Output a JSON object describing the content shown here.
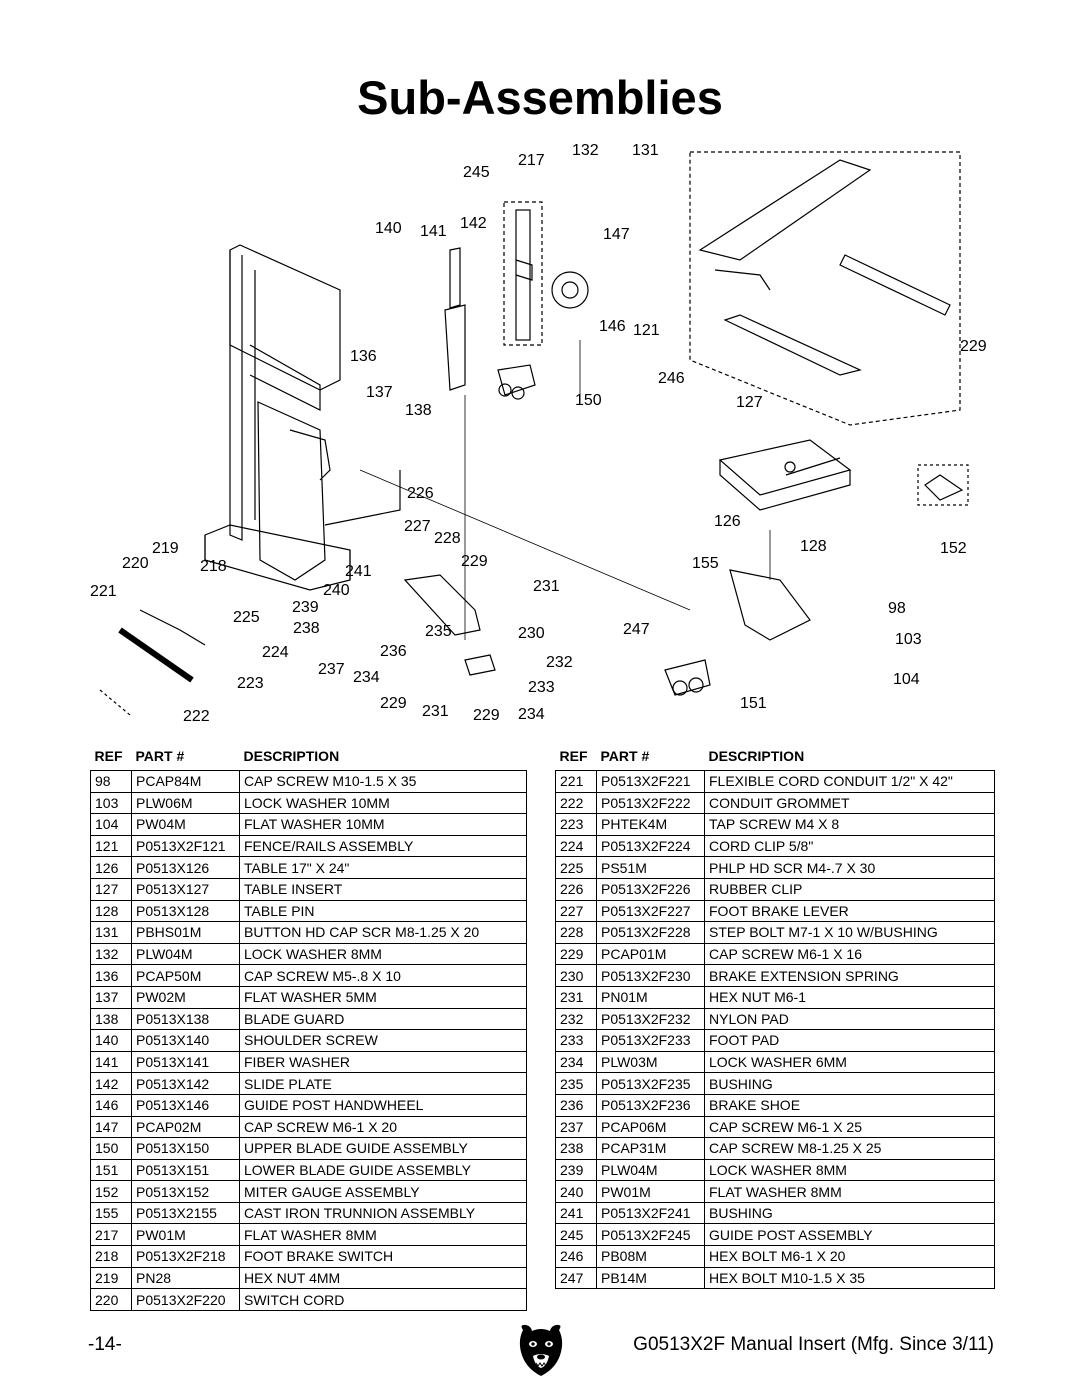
{
  "title": "Sub-Assemblies",
  "diagram": {
    "callouts": [
      "245",
      "217",
      "132",
      "131",
      "140",
      "141",
      "142",
      "147",
      "146",
      "121",
      "229",
      "136",
      "246",
      "137",
      "150",
      "127",
      "138",
      "226",
      "126",
      "227",
      "228",
      "128",
      "152",
      "219",
      "220",
      "218",
      "229",
      "155",
      "241",
      "221",
      "240",
      "231",
      "239",
      "98",
      "225",
      "238",
      "235",
      "230",
      "247",
      "103",
      "224",
      "236",
      "232",
      "237",
      "234",
      "104",
      "223",
      "233",
      "229",
      "231",
      "229",
      "234",
      "151",
      "222"
    ]
  },
  "table_headers": {
    "ref": "REF",
    "part": "PART #",
    "description": "DESCRIPTION"
  },
  "left_rows": [
    [
      "98",
      "PCAP84M",
      "CAP SCREW M10-1.5 X 35"
    ],
    [
      "103",
      "PLW06M",
      "LOCK WASHER 10MM"
    ],
    [
      "104",
      "PW04M",
      "FLAT WASHER 10MM"
    ],
    [
      "121",
      "P0513X2F121",
      "FENCE/RAILS ASSEMBLY"
    ],
    [
      "126",
      "P0513X126",
      "TABLE 17\" X 24\""
    ],
    [
      "127",
      "P0513X127",
      "TABLE INSERT"
    ],
    [
      "128",
      "P0513X128",
      "TABLE PIN"
    ],
    [
      "131",
      "PBHS01M",
      "BUTTON HD CAP SCR M8-1.25 X 20"
    ],
    [
      "132",
      "PLW04M",
      "LOCK WASHER 8MM"
    ],
    [
      "136",
      "PCAP50M",
      "CAP SCREW M5-.8 X 10"
    ],
    [
      "137",
      "PW02M",
      "FLAT WASHER 5MM"
    ],
    [
      "138",
      "P0513X138",
      "BLADE GUARD"
    ],
    [
      "140",
      "P0513X140",
      "SHOULDER SCREW"
    ],
    [
      "141",
      "P0513X141",
      "FIBER WASHER"
    ],
    [
      "142",
      "P0513X142",
      "SLIDE PLATE"
    ],
    [
      "146",
      "P0513X146",
      "GUIDE POST HANDWHEEL"
    ],
    [
      "147",
      "PCAP02M",
      "CAP SCREW M6-1 X 20"
    ],
    [
      "150",
      "P0513X150",
      "UPPER BLADE GUIDE ASSEMBLY"
    ],
    [
      "151",
      "P0513X151",
      "LOWER BLADE GUIDE ASSEMBLY"
    ],
    [
      "152",
      "P0513X152",
      "MITER GAUGE ASSEMBLY"
    ],
    [
      "155",
      "P0513X2155",
      "CAST IRON TRUNNION ASSEMBLY"
    ],
    [
      "217",
      "PW01M",
      "FLAT WASHER 8MM"
    ],
    [
      "218",
      "P0513X2F218",
      "FOOT BRAKE SWITCH"
    ],
    [
      "219",
      "PN28",
      "HEX NUT 4MM"
    ],
    [
      "220",
      "P0513X2F220",
      "SWITCH CORD"
    ]
  ],
  "right_rows": [
    [
      "221",
      "P0513X2F221",
      "FLEXIBLE CORD CONDUIT 1/2\" X 42\""
    ],
    [
      "222",
      "P0513X2F222",
      "CONDUIT GROMMET"
    ],
    [
      "223",
      "PHTEK4M",
      "TAP SCREW M4 X 8"
    ],
    [
      "224",
      "P0513X2F224",
      "CORD CLIP 5/8\""
    ],
    [
      "225",
      "PS51M",
      "PHLP HD SCR M4-.7 X 30"
    ],
    [
      "226",
      "P0513X2F226",
      "RUBBER CLIP"
    ],
    [
      "227",
      "P0513X2F227",
      "FOOT BRAKE LEVER"
    ],
    [
      "228",
      "P0513X2F228",
      "STEP BOLT M7-1 X 10 W/BUSHING"
    ],
    [
      "229",
      "PCAP01M",
      "CAP SCREW M6-1 X 16"
    ],
    [
      "230",
      "P0513X2F230",
      "BRAKE EXTENSION SPRING"
    ],
    [
      "231",
      "PN01M",
      "HEX NUT M6-1"
    ],
    [
      "232",
      "P0513X2F232",
      "NYLON PAD"
    ],
    [
      "233",
      "P0513X2F233",
      "FOOT PAD"
    ],
    [
      "234",
      "PLW03M",
      "LOCK WASHER 6MM"
    ],
    [
      "235",
      "P0513X2F235",
      "BUSHING"
    ],
    [
      "236",
      "P0513X2F236",
      "BRAKE SHOE"
    ],
    [
      "237",
      "PCAP06M",
      "CAP SCREW M6-1 X 25"
    ],
    [
      "238",
      "PCAP31M",
      "CAP SCREW M8-1.25 X 25"
    ],
    [
      "239",
      "PLW04M",
      "LOCK WASHER 8MM"
    ],
    [
      "240",
      "PW01M",
      "FLAT WASHER 8MM"
    ],
    [
      "241",
      "P0513X2F241",
      "BUSHING"
    ],
    [
      "245",
      "P0513X2F245",
      "GUIDE POST ASSEMBLY"
    ],
    [
      "246",
      "PB08M",
      "HEX BOLT M6-1 X 20"
    ],
    [
      "247",
      "PB14M",
      "HEX BOLT M10-1.5 X 35"
    ]
  ],
  "footer": {
    "page_number": "-14-",
    "manual_ref": "G0513X2F Manual Insert (Mfg. Since 3/11)"
  }
}
